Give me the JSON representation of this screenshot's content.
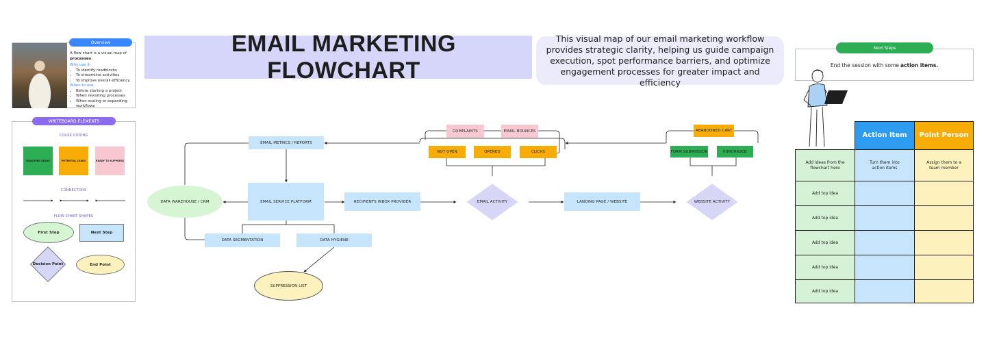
{
  "title": "EMAIL MARKETING FLOWCHART",
  "description": "This visual map of our email marketing workflow provides strategic clarity, helping us guide campaign execution, spot performance barriers, and optimize engagement processes for greater impact and efficiency",
  "overview": {
    "header": "Overview",
    "intro_pre": "A flow chart is a visual map of ",
    "intro_bold": "processes",
    "intro_post": ".",
    "why_heading": "Why use it:",
    "why_items": [
      "To identify roadblocks",
      "To streamline activities",
      "To improve overall efficiency"
    ],
    "when_heading": "When to use:",
    "when_items": [
      "Before starting a project",
      "When revisiting processes",
      "When scaling or expanding workflows"
    ]
  },
  "writeboard": {
    "header": "WRITEBOARD ELEMENTS",
    "color_coding_label": "COLOR CODING",
    "swatches": [
      {
        "label": "QUALIFIED LEADS",
        "color": "#2eae54"
      },
      {
        "label": "POTENTIAL LEADS",
        "color": "#f8ac08"
      },
      {
        "label": "READY TO SUPPRESS",
        "color": "#f8c8d0"
      }
    ],
    "connectors_label": "CONNECTORS",
    "shapes_label": "FLOW CHART SHAPES",
    "shapes": {
      "first_step": "First Step",
      "next_step": "Next Step",
      "decision_point": "Decision Point",
      "end_point": "End Point"
    }
  },
  "flow": {
    "email_metrics": "EMAIL METRICS / REPORTS",
    "data_warehouse": "DATA WAREHOUSE / CRM",
    "email_service": "EMAIL SERVICE PLATFORM",
    "recipients": "RECIPIENTS INBOX PROVIDER",
    "email_activity": "EMAIL ACTIVITY",
    "landing_page": "LANDING PAGE / WEBSITE",
    "website_activity": "WEBSITE ACTIVITY",
    "data_segmentation": "DATA SEGMENTATION",
    "data_hygiene": "DATA HYGIENE",
    "suppression_list": "SUPPRESSION LIST",
    "complaints": "COMPLAINTS",
    "email_bounces": "EMAIL BOUNCES",
    "not_open": "NOT OPEN",
    "opened": "OPENED",
    "clicks": "CLICKS",
    "abandoned_cart": "ABANDONED CART",
    "form_submission": "FORM SUBMISSION",
    "purchased": "PURCHASED"
  },
  "next_steps": {
    "header": "Next Steps",
    "text_pre": "End the session with some ",
    "text_bold": "action items.",
    "text_post": ""
  },
  "table": {
    "headers": [
      "Action Item",
      "Point Person"
    ],
    "intro_row": [
      "Add ideas from the flowchart here",
      "Turn them into action items",
      "Assign them to a team member"
    ],
    "idea_rows": [
      "Add top idea",
      "Add top idea",
      "Add top idea",
      "Add top idea",
      "Add top idea"
    ]
  },
  "colors": {
    "lavender": "#d6d6fb",
    "blue_node": "#c6e4fb",
    "orange": "#f8ac08",
    "pink": "#f8c8d0",
    "green": "#2eae54",
    "header_blue": "#2d9bf0"
  }
}
